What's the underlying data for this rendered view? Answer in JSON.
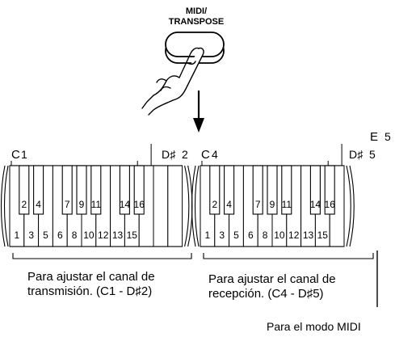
{
  "button": {
    "label_line1": "MIDI/",
    "label_line2": "TRANSPOSE"
  },
  "keyboards": {
    "left": {
      "start_note": "C",
      "start_octave": "1",
      "end_note": "D♯",
      "end_octave": "2",
      "lower_numbers": [
        "1",
        "3",
        "5",
        "6",
        "8",
        "10",
        "12",
        "13",
        "15"
      ],
      "upper_numbers": [
        "2",
        "4",
        "7",
        "9",
        "11",
        "14",
        "16"
      ],
      "caption_line1": "Para ajustar el canal de",
      "caption_line2": "transmisión. (C1 - D♯2)"
    },
    "right": {
      "start_note": "C",
      "start_octave": "4",
      "end_note": "D♯",
      "end_octave": "5",
      "extra_note": "E",
      "extra_octave": "5",
      "lower_numbers": [
        "1",
        "3",
        "5",
        "6",
        "8",
        "10",
        "12",
        "13",
        "15"
      ],
      "upper_numbers": [
        "2",
        "4",
        "7",
        "9",
        "11",
        "14",
        "16"
      ],
      "caption_line1": "Para ajustar el canal de",
      "caption_line2": "recepción. (C4 - D♯5)"
    }
  },
  "midi_mode_label": "Para el modo MIDI"
}
